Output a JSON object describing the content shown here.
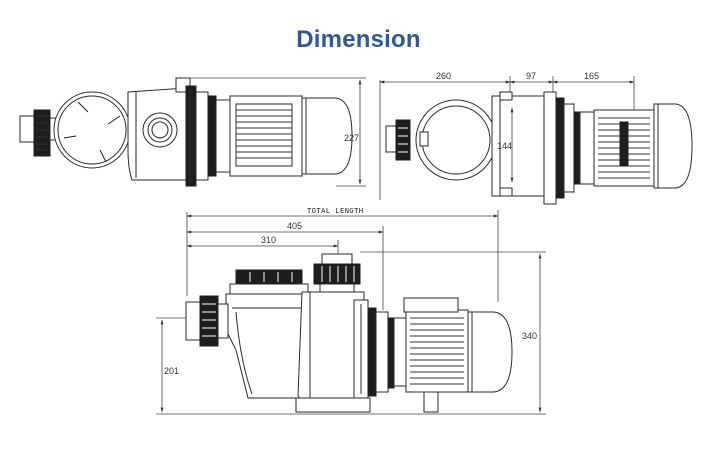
{
  "title": "Dimension",
  "top_left_view": {
    "height_label": "227"
  },
  "top_right_view": {
    "dim_a": "260",
    "dim_b": "97",
    "dim_c": "165",
    "dim_d": "144"
  },
  "side_view": {
    "total_length_label": "TOTAL LENGTH",
    "length_405": "405",
    "length_310": "310",
    "height_340": "340",
    "height_201": "201"
  }
}
